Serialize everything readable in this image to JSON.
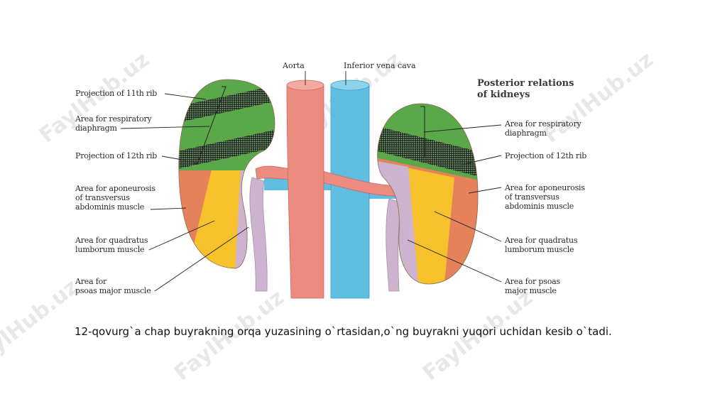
{
  "labels": {
    "aorta": "Aorta",
    "ivc": "Inferior vena cava",
    "title": "Posterior relations\nof kidneys",
    "left": [
      "Projection of 11th rib",
      "Area for respiratory\ndiaphragm",
      "Projection of 12th rib",
      "Area for aponeurosis\nof transversus\nabdominis muscle",
      "Area for quadratus\nlumborum muscle",
      "Area for\npsoas major muscle"
    ],
    "right": [
      "Area for respiratory\ndiaphragm",
      "Projection of 12th rib",
      "Area for aponeurosis\nof transversus\nabdominis muscle",
      "Area for quadratus\nlumborum muscle",
      "Area for psoas\nmajor muscle"
    ]
  },
  "caption": "12-qovurg`a chap buyrakning orqa yuzasining o`rtasidan,o`ng buyrakni  yuqori uchidan kesib o`tadi.",
  "watermark": "FaylHub.uz",
  "colors": {
    "diaphragm": "#5aa84a",
    "aponeurosis": "#e5825c",
    "quadratus": "#f6c12a",
    "psoas": "#cdb3cf",
    "aorta": "#ec8b80",
    "ivc": "#5fbde0"
  }
}
